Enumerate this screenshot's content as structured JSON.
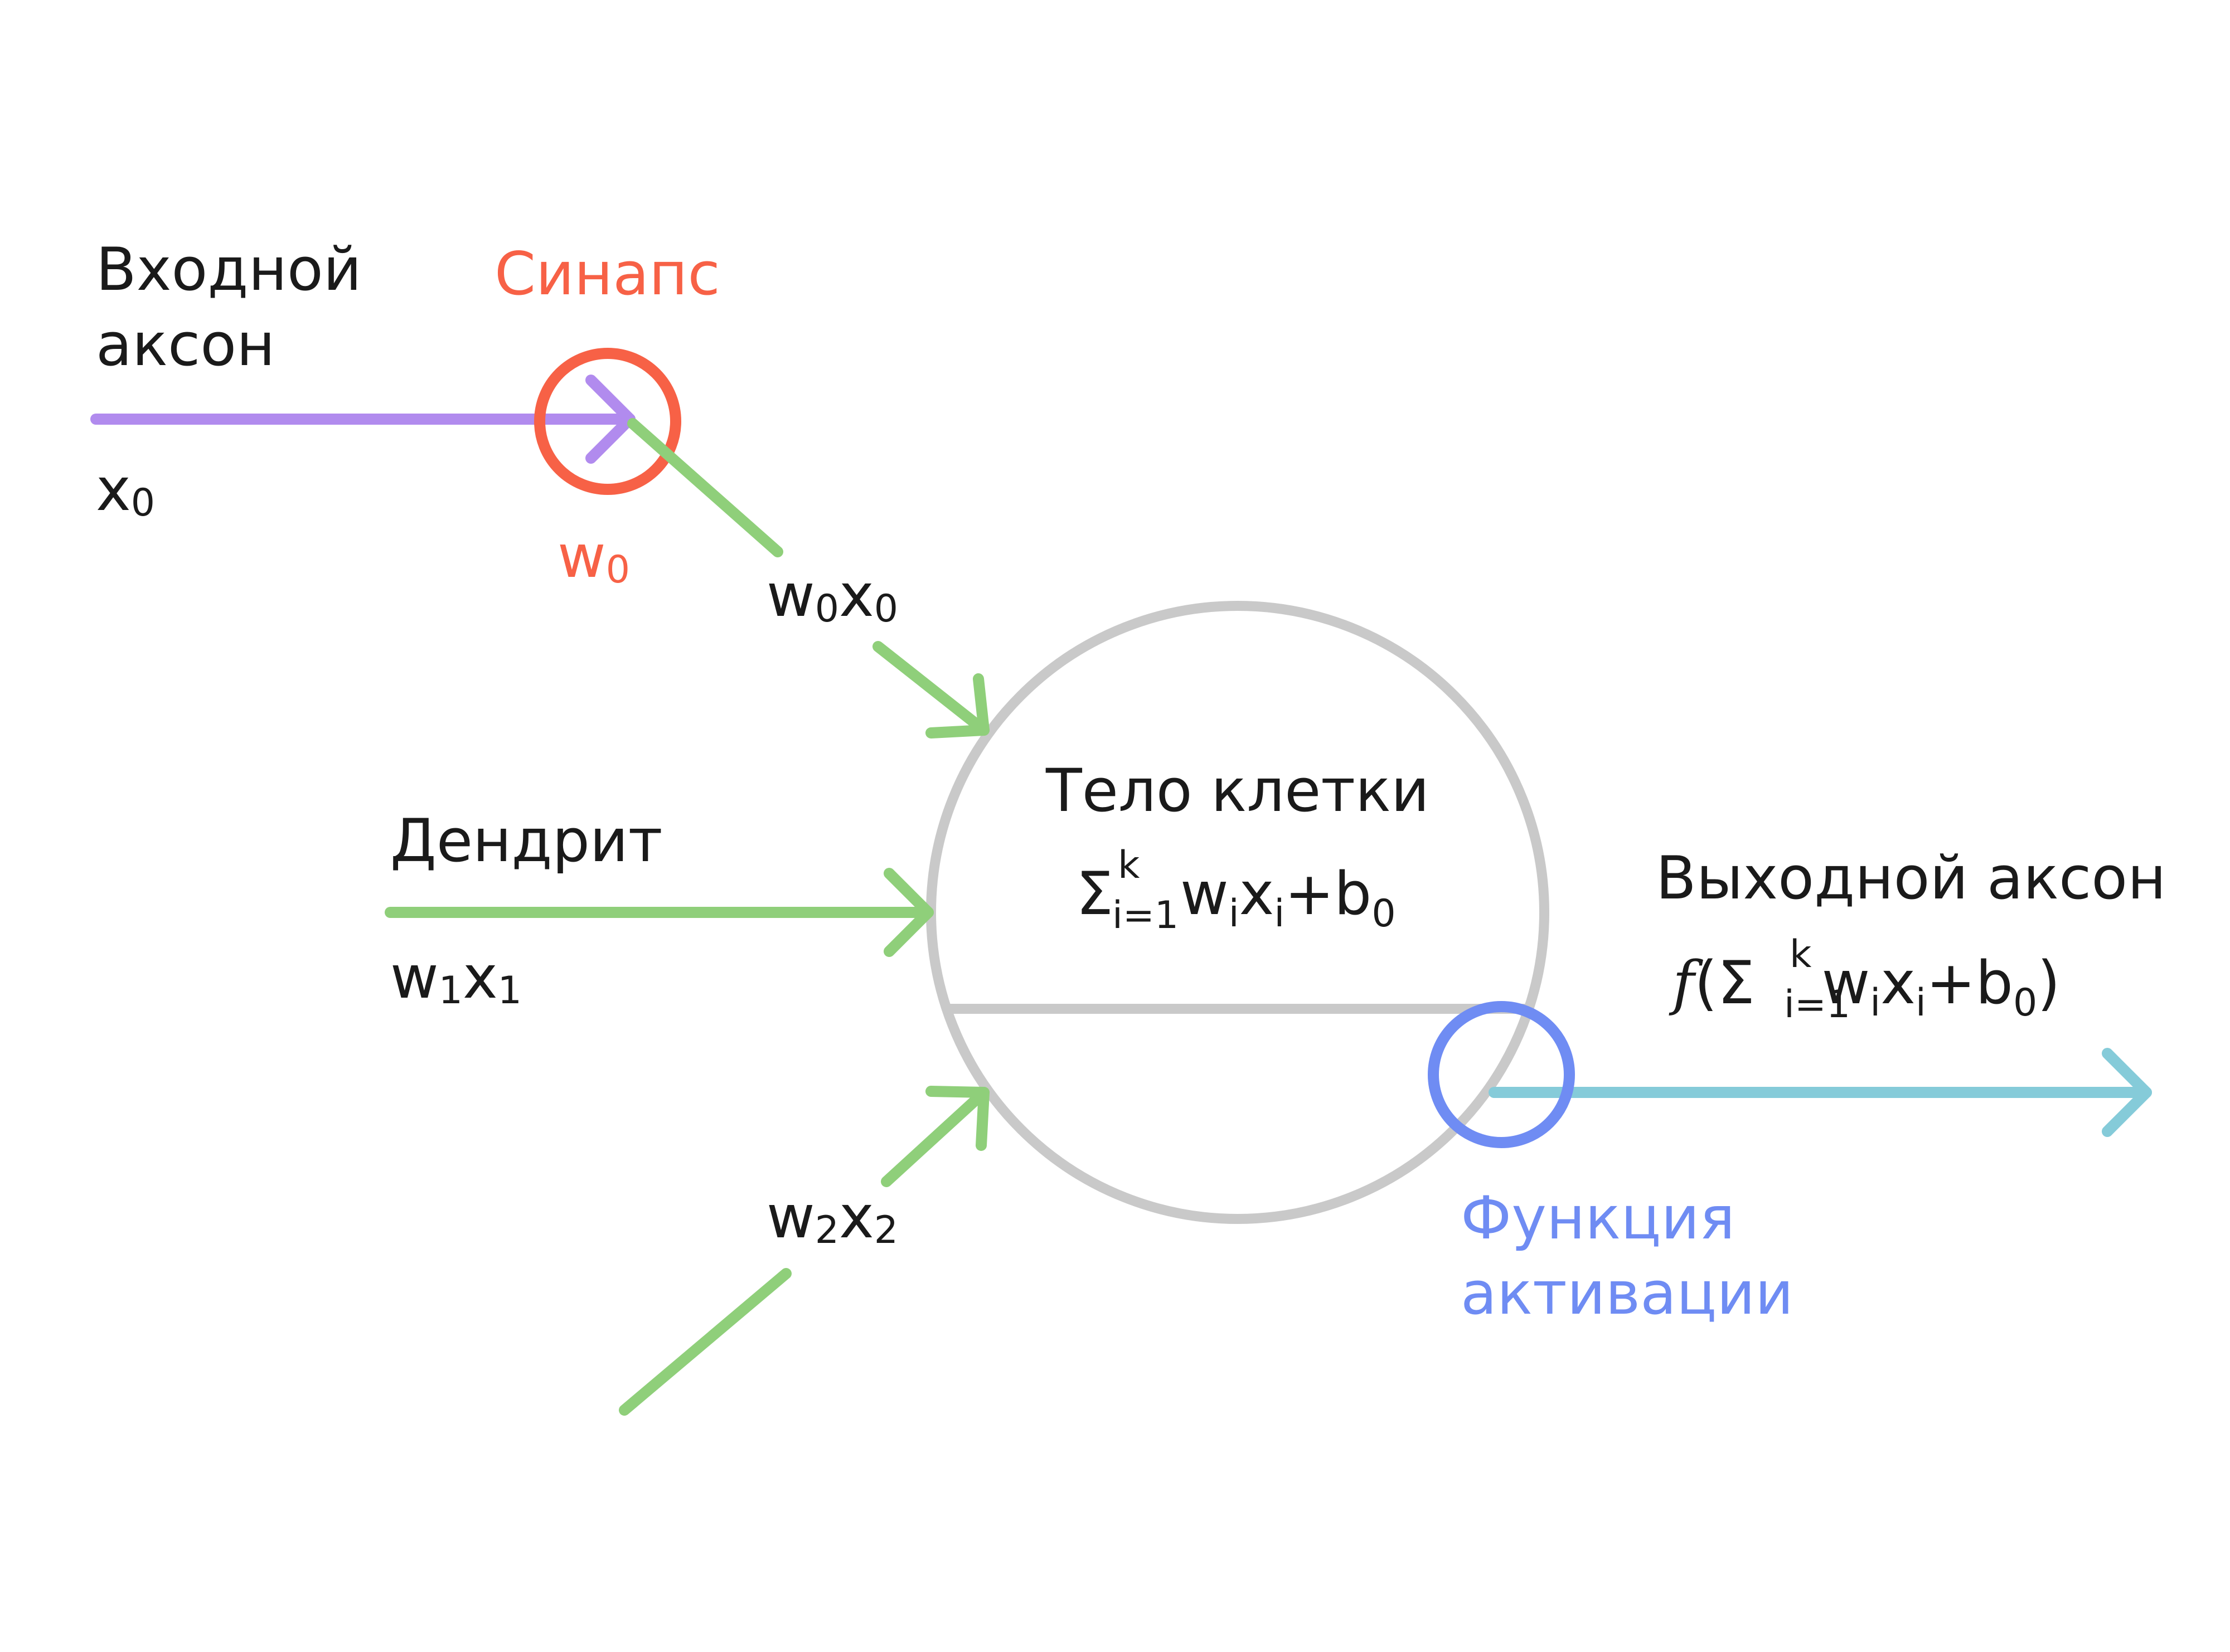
{
  "labels": {
    "input_axon_line1": "Входной",
    "input_axon_line2": "аксон",
    "x0": "x",
    "x0_sub": "0",
    "synapse": "Синапс",
    "w0": "w",
    "w0_sub": "0",
    "w0x0_w": "w",
    "w0x0_wsub": "0",
    "w0x0_x": "x",
    "w0x0_xsub": "0",
    "dendrite": "Дендрит",
    "w1x1_w": "w",
    "w1x1_wsub": "1",
    "w1x1_x": "x",
    "w1x1_xsub": "1",
    "w2x2_w": "w",
    "w2x2_wsub": "2",
    "w2x2_x": "x",
    "w2x2_xsub": "2",
    "cell_body": "Тело клетки",
    "output_axon": "Выходной аксон",
    "activation_line1": "Функция",
    "activation_line2": "активации"
  },
  "formulas": {
    "sum_symbol": "Σ",
    "sum_upper": "k",
    "sum_lower": "i=1",
    "w": "w",
    "w_sub": "i",
    "x": "x",
    "x_sub": "i",
    "plus_b": "+b",
    "b_sub": "0",
    "func": "f",
    "open_paren": "(",
    "close_paren": ")"
  },
  "colors": {
    "text": "#1a1a1a",
    "synapse": "#f76146",
    "input_axon": "#b18bee",
    "dendrite": "#8fcf7a",
    "cell_body": "#c9c9c9",
    "activation": "#6f8cf3",
    "output_axon": "#85cbd9"
  }
}
